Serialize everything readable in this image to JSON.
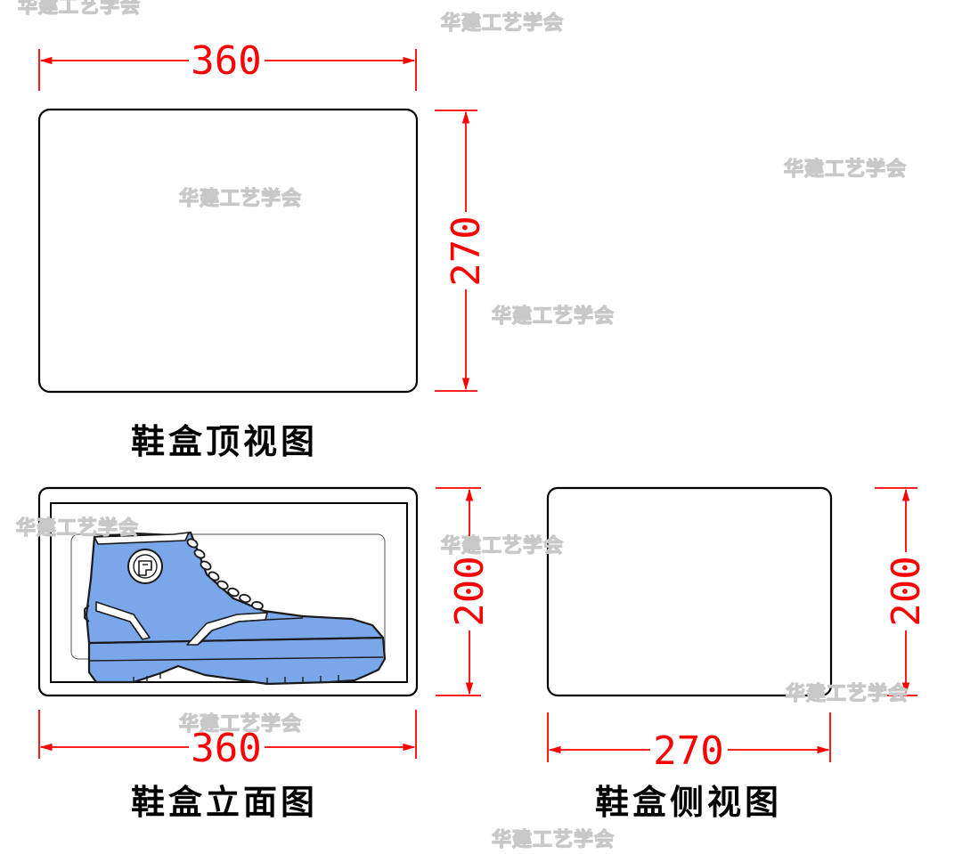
{
  "top_view": {
    "caption": "鞋盒顶视图",
    "width_dim": "360",
    "depth_dim": "270"
  },
  "front_view": {
    "caption": "鞋盒立面图",
    "width_dim": "360",
    "height_dim": "200"
  },
  "side_view": {
    "caption": "鞋盒侧视图",
    "width_dim": "270",
    "height_dim": "200"
  },
  "watermark": "华建工艺学会",
  "colors": {
    "dimension": "#ff0000",
    "outline": "#000000",
    "shoe_fill": "#7aa6ea",
    "shoe_outline": "#1a1a1a"
  }
}
